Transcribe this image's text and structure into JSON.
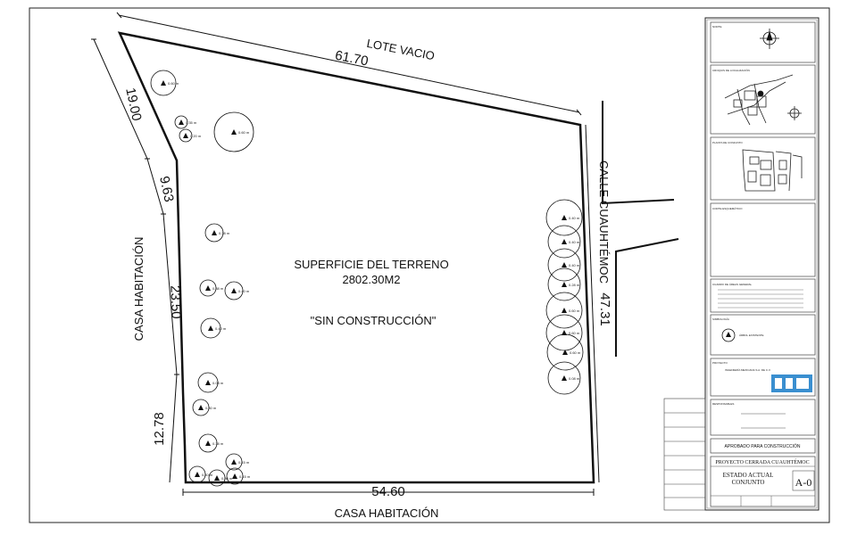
{
  "site": {
    "neighbors": {
      "top": "LOTE VACIO",
      "bottom": "CASA HABITACIÓN",
      "left": "CASA HABITACIÓN",
      "right": "CALLE CUAUHTÉMOC"
    },
    "dimensions": {
      "top": "61.70",
      "bottom": "54.60",
      "right": "47.31",
      "left_1": "19.00",
      "left_2": "9.63",
      "left_3": "23.50",
      "left_4": "12.78"
    },
    "surface_title": "SUPERFICIE DEL TERRENO",
    "surface_value": "2802.30M2",
    "status": "\"SIN CONSTRUCCIÓN\""
  },
  "trees": [
    {
      "label": "0.60 m"
    },
    {
      "label": "0.35 m"
    },
    {
      "label": "0.20 m"
    },
    {
      "label": "0.60 m"
    },
    {
      "label": "0.38 m"
    },
    {
      "label": "0.38 m"
    },
    {
      "label": "0.40 m"
    },
    {
      "label": "0.40 m"
    },
    {
      "label": "0.08 m"
    },
    {
      "label": "0.30 m"
    },
    {
      "label": "0.38 m"
    },
    {
      "label": "0.15 m"
    },
    {
      "label": "0.40 m"
    },
    {
      "label": "0.30 m"
    },
    {
      "label": "0.15 m"
    },
    {
      "label": "0.40 m"
    },
    {
      "label": "0.40 m"
    },
    {
      "label": "0.40 m"
    },
    {
      "label": "0.28 m"
    },
    {
      "label": "0.60 m"
    },
    {
      "label": "0.60 m"
    },
    {
      "label": "0.60 m"
    },
    {
      "label": "0.08 m"
    }
  ],
  "title_block": {
    "norte": "NORTE",
    "croquis": "CROQUIS DE LOCALIZACIÓN",
    "planta": "PLANTA DE CONJUNTO",
    "corte": "CORTE ESQUEMÁTICO",
    "cuadro": "CUADRO DE ÁREAS GENERAL",
    "simbologia": "SIMBOLOGÍA",
    "simbologia_item": "ÁRBOL EXISTENTE",
    "proyecto": "PROYECTO",
    "proyecto_value": "INGENIERÍA MEXICANA S.A. DE C.V.",
    "responsables": "RESPONSABLES",
    "aprobado": "APROBADO PARA CONSTRUCCIÓN",
    "project_name": "PROYECTO CERRADA CUAUHTÉMOC",
    "sheet_title_1": "ESTADO ACTUAL",
    "sheet_title_2": "CONJUNTO",
    "sheet_id": "A-0"
  }
}
